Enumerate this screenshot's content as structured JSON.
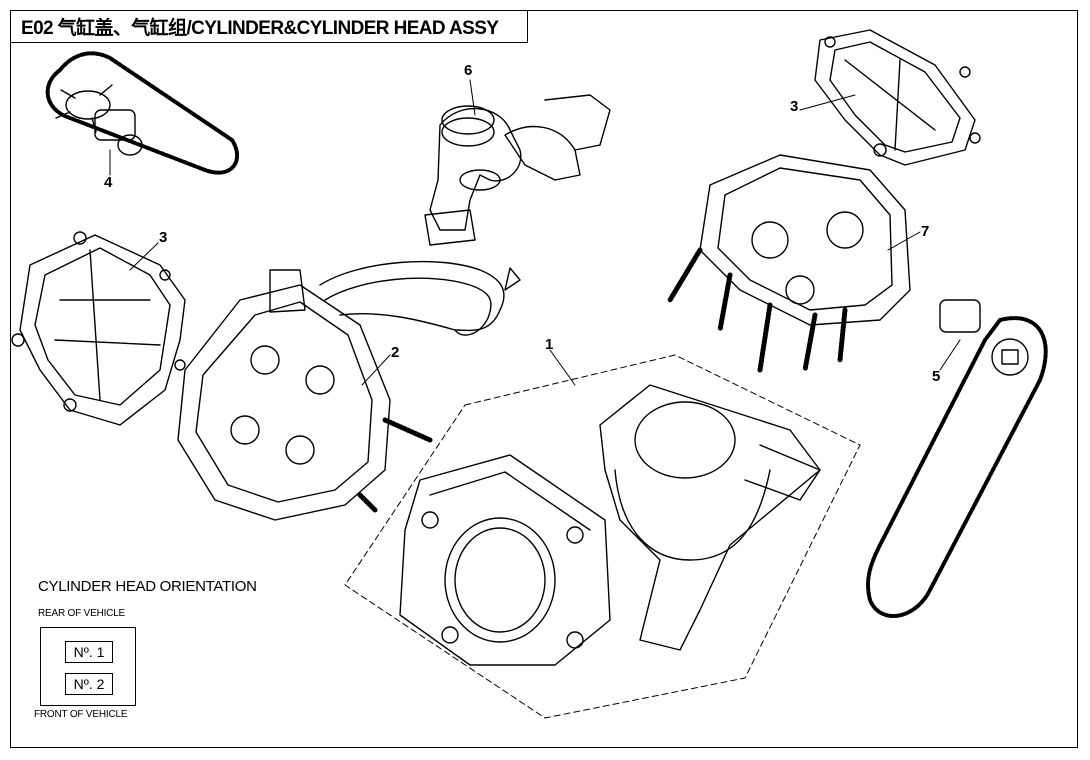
{
  "header": {
    "title": "E02 气缸盖、气缸组/CYLINDER&CYLINDER HEAD ASSY"
  },
  "callouts": {
    "c1": "1",
    "c2": "2",
    "c3a": "3",
    "c3b": "3",
    "c4": "4",
    "c5": "5",
    "c6": "6",
    "c7": "7"
  },
  "orientation": {
    "heading": "CYLINDER HEAD ORIENTATION",
    "rear": "REAR OF VEHICLE",
    "front": "FRONT OF VEHICLE",
    "cyl1": "Nº. 1",
    "cyl2": "Nº. 2"
  }
}
